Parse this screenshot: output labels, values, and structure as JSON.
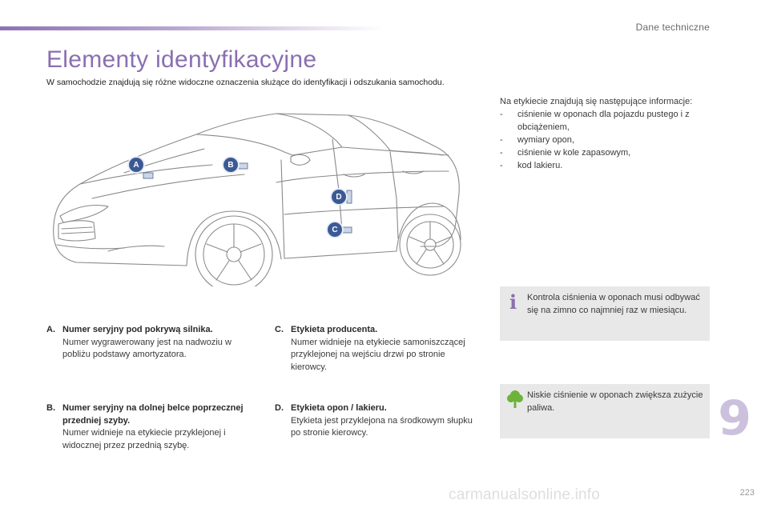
{
  "header": {
    "section_title": "Dane techniczne",
    "accent_color": "#8e73b3"
  },
  "page": {
    "title": "Elementy identyfikacyjne",
    "intro": "W samochodzie znajdują się różne widoczne oznaczenia służące do identyfikacji i odszukania samochodu."
  },
  "diagram": {
    "labels": [
      "A",
      "B",
      "C",
      "D"
    ],
    "label_color": "#3b5a95"
  },
  "legend": {
    "a": {
      "key": "A.",
      "head": "Numer seryjny pod pokrywą silnika.",
      "body": "Numer wygrawerowany jest na nadwoziu w pobliżu podstawy amortyzatora."
    },
    "b": {
      "key": "B.",
      "head": "Numer seryjny na dolnej belce poprzecznej przedniej szyby.",
      "body": "Numer widnieje na etykiecie przyklejonej i widocznej przez przednią szybę."
    },
    "c": {
      "key": "C.",
      "head": "Etykieta producenta.",
      "body": "Numer widnieje na etykiecie samoniszczącej przyklejonej na wejściu drzwi po stronie kierowcy."
    },
    "d": {
      "key": "D.",
      "head": "Etykieta opon / lakieru.",
      "body": "Etykieta jest przyklejona na środkowym słupku po stronie kierowcy."
    }
  },
  "info": {
    "intro": "Na etykiecie znajdują się następujące informacje:",
    "items": [
      "ciśnienie w oponach dla pojazdu pustego i z obciążeniem,",
      "wymiary opon,",
      "ciśnienie w kole zapasowym,",
      "kod lakieru."
    ]
  },
  "notes": {
    "info_icon": "info-icon",
    "info_text": "Kontrola ciśnienia w oponach musi odbywać się na zimno co najmniej raz w miesiącu.",
    "eco_icon": "eco-tree-icon",
    "eco_text": "Niskie ciśnienie w oponach zwiększa zużycie paliwa."
  },
  "footer": {
    "chapter": "9",
    "page_number": "223",
    "watermark": "carmanualsonline.info"
  }
}
